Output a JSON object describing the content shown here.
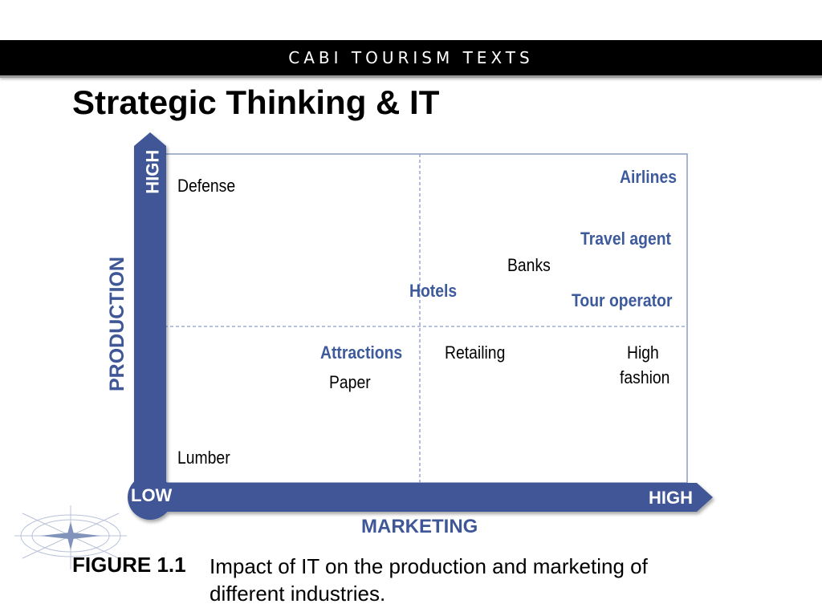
{
  "header": {
    "banner": "CABI TOURISM TEXTS"
  },
  "slide": {
    "title": "Strategic Thinking & IT"
  },
  "diagram": {
    "y_axis": {
      "name": "PRODUCTION",
      "high": "HIGH"
    },
    "x_axis": {
      "name": "MARKETING",
      "low": "LOW",
      "high": "HIGH"
    },
    "items": {
      "defense": "Defense",
      "airlines": "Airlines",
      "travel_agent": "Travel agent",
      "banks": "Banks",
      "hotels": "Hotels",
      "tour_operator": "Tour operator",
      "attractions": "Attractions",
      "retailing": "Retailing",
      "high_fashion_line1": "High",
      "high_fashion_line2": "fashion",
      "paper": "Paper",
      "lumber": "Lumber"
    },
    "colors": {
      "axis": "#3f5797",
      "tourism_item": "#3d5a9c",
      "other_item": "#000000",
      "grid": "#8a9cc8"
    }
  },
  "caption": {
    "label": "FIGURE 1.1",
    "text": "Impact of IT on the production and marketing of different industries."
  }
}
